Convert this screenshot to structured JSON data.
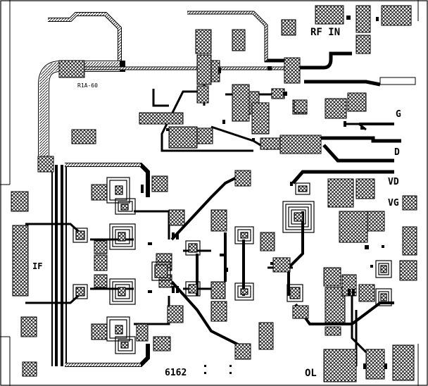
{
  "labels": {
    "rf_in": "RF IN",
    "g": "G",
    "d": "D",
    "vd": "VD",
    "vg": "VG",
    "if": "IF",
    "ol": "OL",
    "chip_id": "6162",
    "resistor": "R1A-60"
  },
  "colors": {
    "background": "#ffffff",
    "metal_fill": "#ffffff",
    "ink": "#000000"
  }
}
